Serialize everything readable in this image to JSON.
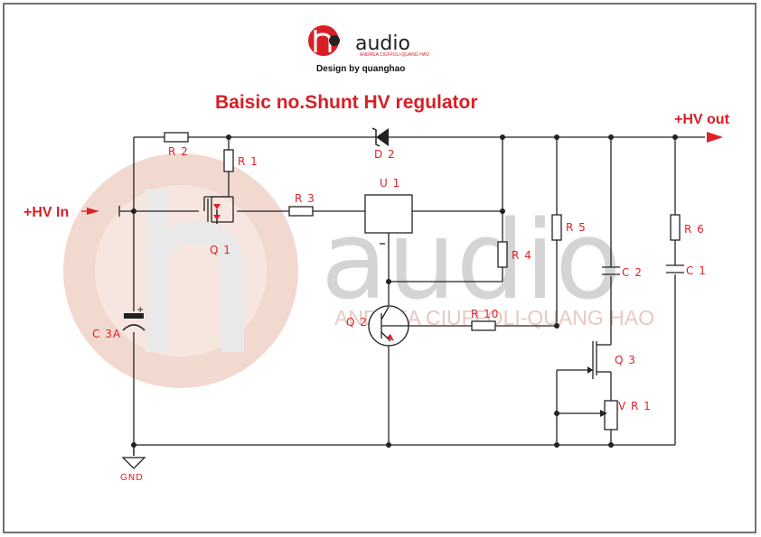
{
  "header": {
    "logo_word": "audio",
    "logo_subtitle": "ANDREA CIUFFOLI-QUANG HAO",
    "credit": "Design by quanghao"
  },
  "title": "Baisic no.Shunt HV regulator",
  "ports": {
    "input": "+HV In",
    "output": "+HV out",
    "ground": "GND"
  },
  "components": {
    "r1": "R 1",
    "r2": "R 2",
    "r3": "R 3",
    "r4": "R 4",
    "r5": "R 5",
    "r6": "R 6",
    "r10": "R 10",
    "c1": "C 1",
    "c2": "C 2",
    "c3a": "C 3A",
    "d2": "D 2",
    "u1": "U 1",
    "q1": "Q 1",
    "q2": "Q 2",
    "q3": "Q 3",
    "vr1": "V R 1"
  },
  "watermark": {
    "word": "audio",
    "subtitle": "ANDREA CIUFFOLI-QUANG HAO"
  },
  "colors": {
    "accent": "#d81f26",
    "wire": "#222222",
    "watermark_gray": "#d4d4d4",
    "watermark_pink": "#f2d9d0"
  }
}
